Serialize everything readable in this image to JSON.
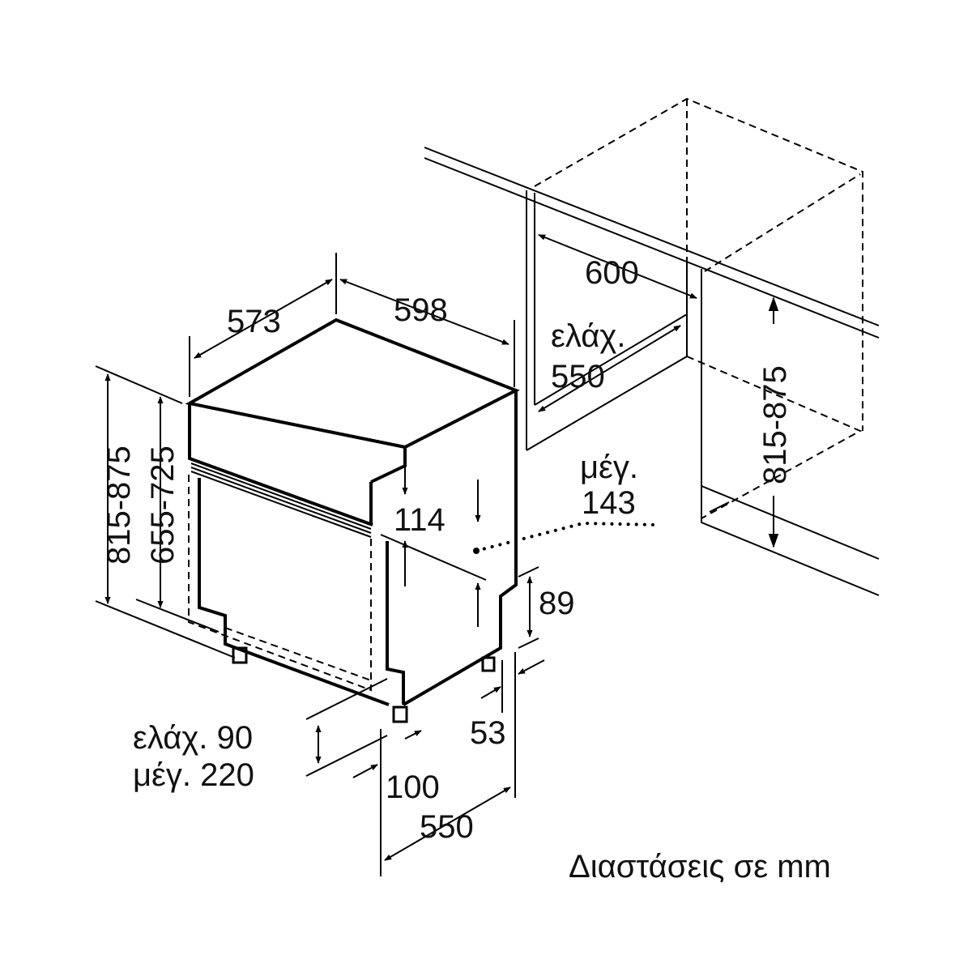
{
  "labels": {
    "dim_depth_top": "573",
    "dim_width_top": "598",
    "dim_niche_width": "600",
    "dim_niche_depth_line1": "ελάχ.",
    "dim_niche_depth_line2": "550",
    "dim_height_left_outer": "815-875",
    "dim_height_left_inner": "655-725",
    "dim_panel_114": "114",
    "dim_max_line1": "μέγ.",
    "dim_max_line2": "143",
    "dim_plinth_89": "89",
    "dim_53": "53",
    "dim_feet_line1": "ελάχ. 90",
    "dim_feet_line2": "μέγ. 220",
    "dim_100": "100",
    "dim_depth_bottom": "550",
    "dim_height_right": "815-875",
    "caption": "Διαστάσεις σε mm"
  }
}
